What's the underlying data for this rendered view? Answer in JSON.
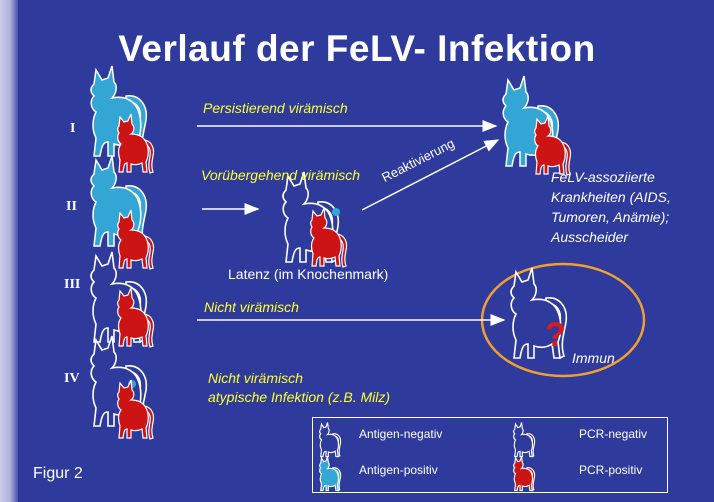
{
  "title": "Verlauf der FeLV- Infektion",
  "roman": [
    "I",
    "II",
    "III",
    "IV"
  ],
  "paths": {
    "persistent": "Persistierend virämisch",
    "transient": "Vorübergehend virämisch",
    "not_viremic": "Nicht virämisch",
    "not_viremic_atypical_1": "Nicht virämisch",
    "not_viremic_atypical_2": "atypische Infektion (z.B. Milz)"
  },
  "latency": "Latenz (im Knochenmark)",
  "reactivation": "Reaktivierung",
  "outcome_disease": [
    "FeLV-assoziierte",
    "Krankheiten (AIDS,",
    "Tumoren, Anämie);",
    "Ausscheider"
  ],
  "immune": "Immun",
  "question_mark": "?",
  "legend": {
    "antigen_negative": "Antigen-negativ",
    "antigen_positive": "Antigen-positiv",
    "pcr_negative": "PCR-negativ",
    "pcr_positive": "PCR-positiv"
  },
  "figure_label": "Figur 2",
  "colors": {
    "background": "#2f3b9c",
    "antigen_positive": "#33a6d6",
    "pcr_positive": "#cc1414",
    "highlight_yellow": "#ffff33",
    "immune_circle": "#f0a030"
  }
}
